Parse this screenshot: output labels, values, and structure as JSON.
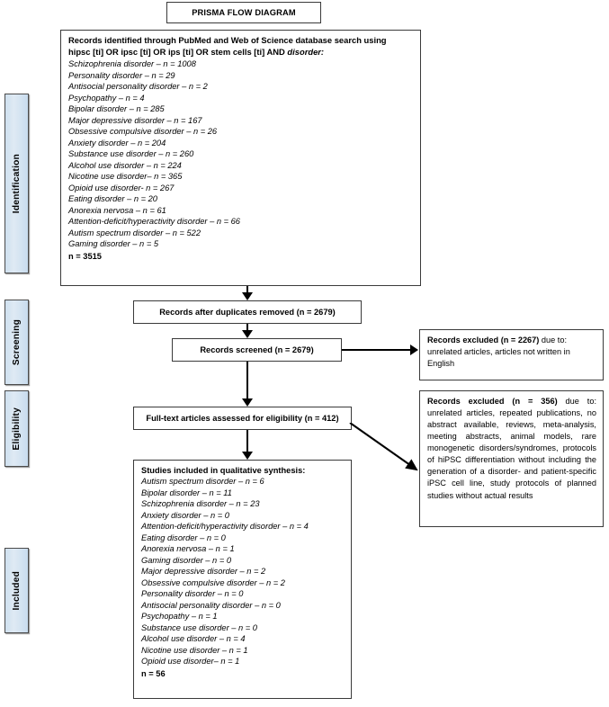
{
  "title": {
    "text": "PRISMA FLOW DIAGRAM"
  },
  "stages": {
    "identification": "Identification",
    "screening": "Screening",
    "eligibility": "Eligibility",
    "included": "Included"
  },
  "identification": {
    "heading_line1": "Records identified through PubMed and Web of Science database search using",
    "heading_line2_plain": "hipsc [ti] OR ipsc [ti] OR ips [ti] OR stem cells [ti] AND ",
    "heading_line2_italic": "disorder:",
    "records": [
      "Schizophrenia disorder – n = 1008",
      "Personality disorder – n = 29",
      "Antisocial personality disorder – n = 2",
      "Psychopathy – n = 4",
      "Bipolar disorder – n = 285",
      "Major depressive disorder – n = 167",
      "Obsessive compulsive disorder – n = 26",
      "Anxiety disorder – n = 204",
      "Substance use disorder – n = 260",
      "Alcohol use disorder – n = 224",
      "Nicotine use disorder– n = 365",
      "Opioid use disorder- n = 267",
      "Eating disorder – n = 20",
      "Anorexia nervosa – n = 61",
      "Attention-deficit/hyperactivity disorder – n = 66",
      "Autism spectrum disorder – n = 522",
      "Gaming disorder – n = 5"
    ],
    "total": "n = 3515"
  },
  "screening": {
    "duplicates_removed": "Records after duplicates removed (n = 2679)",
    "records_screened": "Records screened (n = 2679)",
    "excluded": {
      "bold": "Records excluded (n = 2267)",
      "rest": " due to: unrelated articles, articles not written in English"
    }
  },
  "eligibility": {
    "fulltext_assessed": "Full-text articles assessed for eligibility (n = 412)",
    "excluded": {
      "bold": "Records excluded (n = 356)",
      "rest": " due to: unrelated articles, repeated publications, no abstract available, reviews, meta-analysis, meeting abstracts, animal models, rare monogenetic disorders/syndromes, protocols of hiPSC differentiation without including the generation of a disorder- and patient-specific iPSC cell line, study protocols of planned studies without actual results"
    }
  },
  "included": {
    "heading": "Studies included in qualitative synthesis:",
    "records": [
      "Autism spectrum disorder – n = 6",
      "Bipolar disorder – n = 11",
      "Schizophrenia disorder – n = 23",
      "Anxiety disorder – n = 0",
      "Attention-deficit/hyperactivity disorder – n = 4",
      "Eating disorder – n = 0",
      "Anorexia nervosa – n = 1",
      "Gaming disorder – n = 0",
      "Major depressive disorder – n = 2",
      "Obsessive compulsive disorder – n = 2",
      "Personality disorder – n = 0",
      "Antisocial personality disorder – n = 0",
      "Psychopathy – n = 1",
      "Substance use disorder – n = 0",
      "Alcohol use disorder – n = 4",
      "Nicotine use disorder – n = 1",
      "Opioid use disorder– n = 1"
    ],
    "total": "n = 56"
  },
  "colors": {
    "stage_fill": "#d3e3f0",
    "border": "#3a3a3a",
    "connector": "#000000"
  }
}
